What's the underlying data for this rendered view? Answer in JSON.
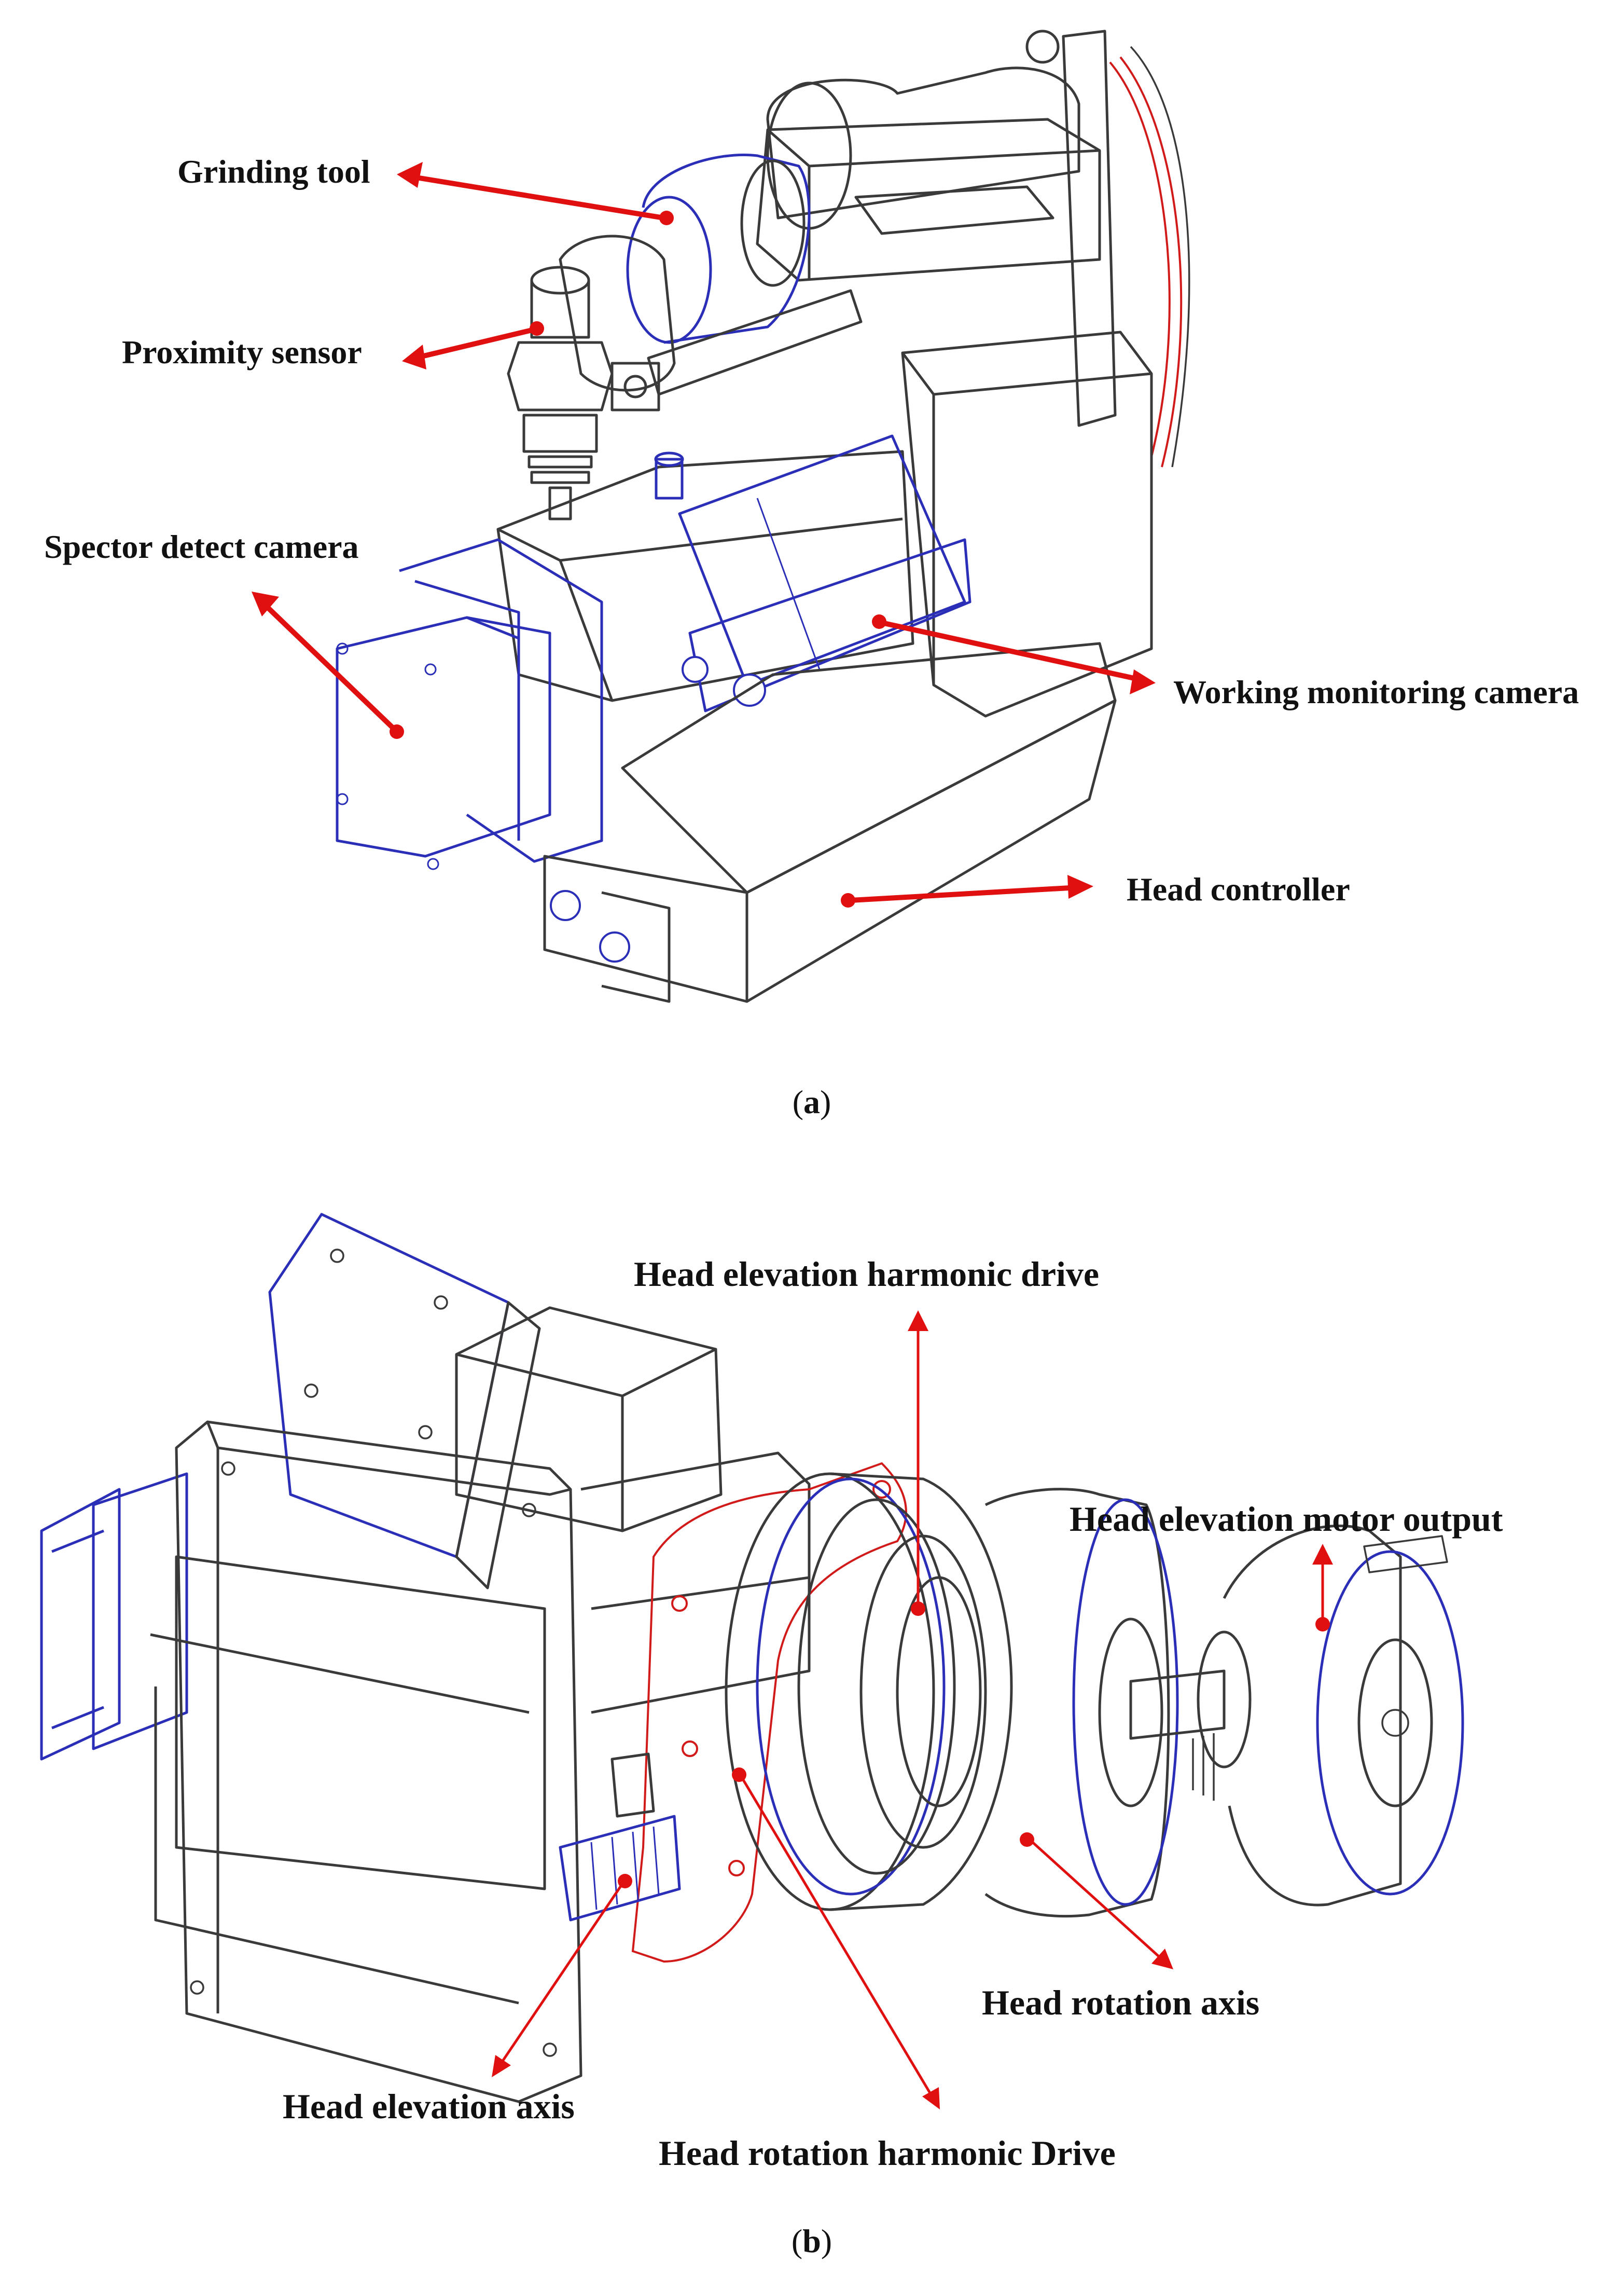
{
  "figure_a": {
    "caption_letter": "a",
    "labels": {
      "grinding_tool": "Grinding tool",
      "proximity_sensor": "Proximity sensor",
      "spector_detect_camera": "Spector detect camera",
      "working_monitoring_camera": "Working monitoring camera",
      "head_controller": "Head controller"
    }
  },
  "figure_b": {
    "caption_letter": "b",
    "labels": {
      "head_elevation_harmonic_drive": "Head elevation harmonic drive",
      "head_elevation_motor_output": "Head elevation motor output",
      "head_rotation_axis": "Head rotation axis",
      "head_elevation_axis": "Head elevation axis",
      "head_rotation_harmonic_drive": "Head rotation harmonic Drive"
    }
  },
  "colors": {
    "arrow": "#e01010",
    "outline": "#3a3a3a",
    "blue_part": "#2b2fb8",
    "red_part": "#d11a1a"
  }
}
